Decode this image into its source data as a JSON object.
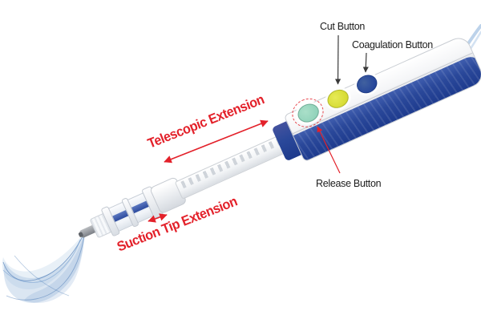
{
  "labels": {
    "cut": "Cut Button",
    "coagulation": "Coagulation Button",
    "release": "Release Button",
    "telescopic": "Telescopic Extension",
    "suction": "Suction Tip Extension"
  },
  "colors": {
    "annotation_red": "#e3212a",
    "label_text": "#1c1c1c",
    "device_blue": "#2a489a",
    "cut_button": "#d7dc35",
    "coagulation_button": "#27479b",
    "release_button": "#92d3bb",
    "swirl_blue": "#6f9fd0"
  }
}
